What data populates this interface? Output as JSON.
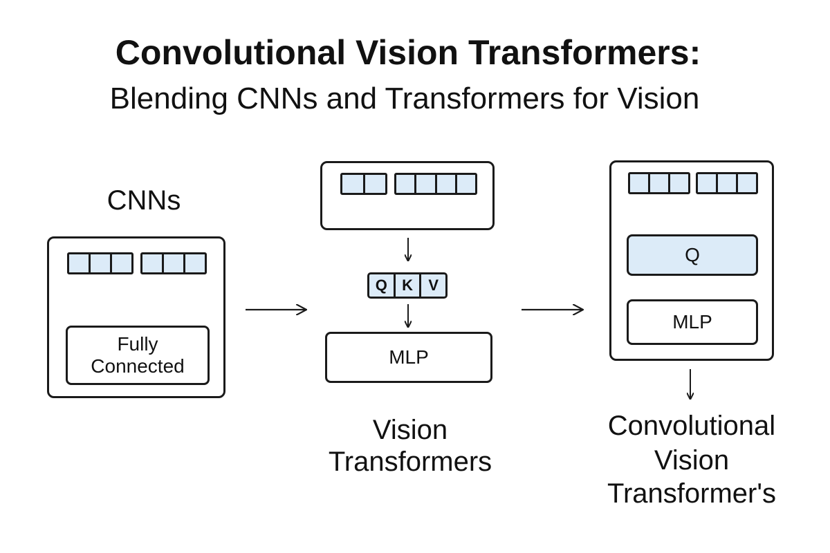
{
  "title": "Convolutional Vision Transformers:",
  "subtitle": "Blending CNNs and Transformers for Vision",
  "cnn": {
    "label": "CNNs",
    "fc_line1": "Fully",
    "fc_line2": "Connected"
  },
  "vit": {
    "qkv": [
      "Q",
      "K",
      "V"
    ],
    "mlp": "MLP",
    "label_line1": "Vision",
    "label_line2": "Transformers"
  },
  "cvt": {
    "q": "Q",
    "mlp": "MLP",
    "label_line1": "Convolutional",
    "label_line2": "Vision",
    "label_line3": "Transformer's"
  },
  "colors": {
    "cell_fill": "#dcebf8",
    "stroke": "#1a1a1a"
  }
}
